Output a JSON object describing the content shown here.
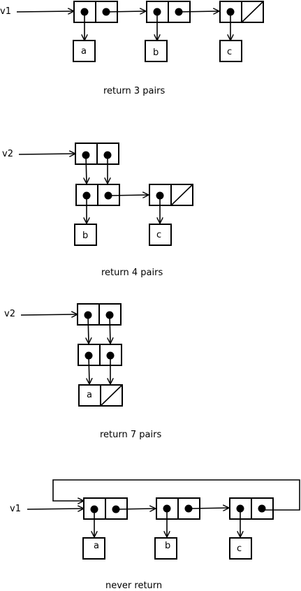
{
  "diagrams": [
    {
      "variable": "v1",
      "caption": "return 3 pairs",
      "atoms": [
        "a",
        "b",
        "c"
      ]
    },
    {
      "variable": "v2",
      "caption": "return 4 pairs",
      "atoms": [
        "b",
        "c"
      ]
    },
    {
      "variable": "v2",
      "caption": "return 7 pairs",
      "atoms": [
        "a"
      ]
    },
    {
      "variable": "v1",
      "caption": "never return",
      "atoms": [
        "a",
        "b",
        "c"
      ]
    }
  ]
}
